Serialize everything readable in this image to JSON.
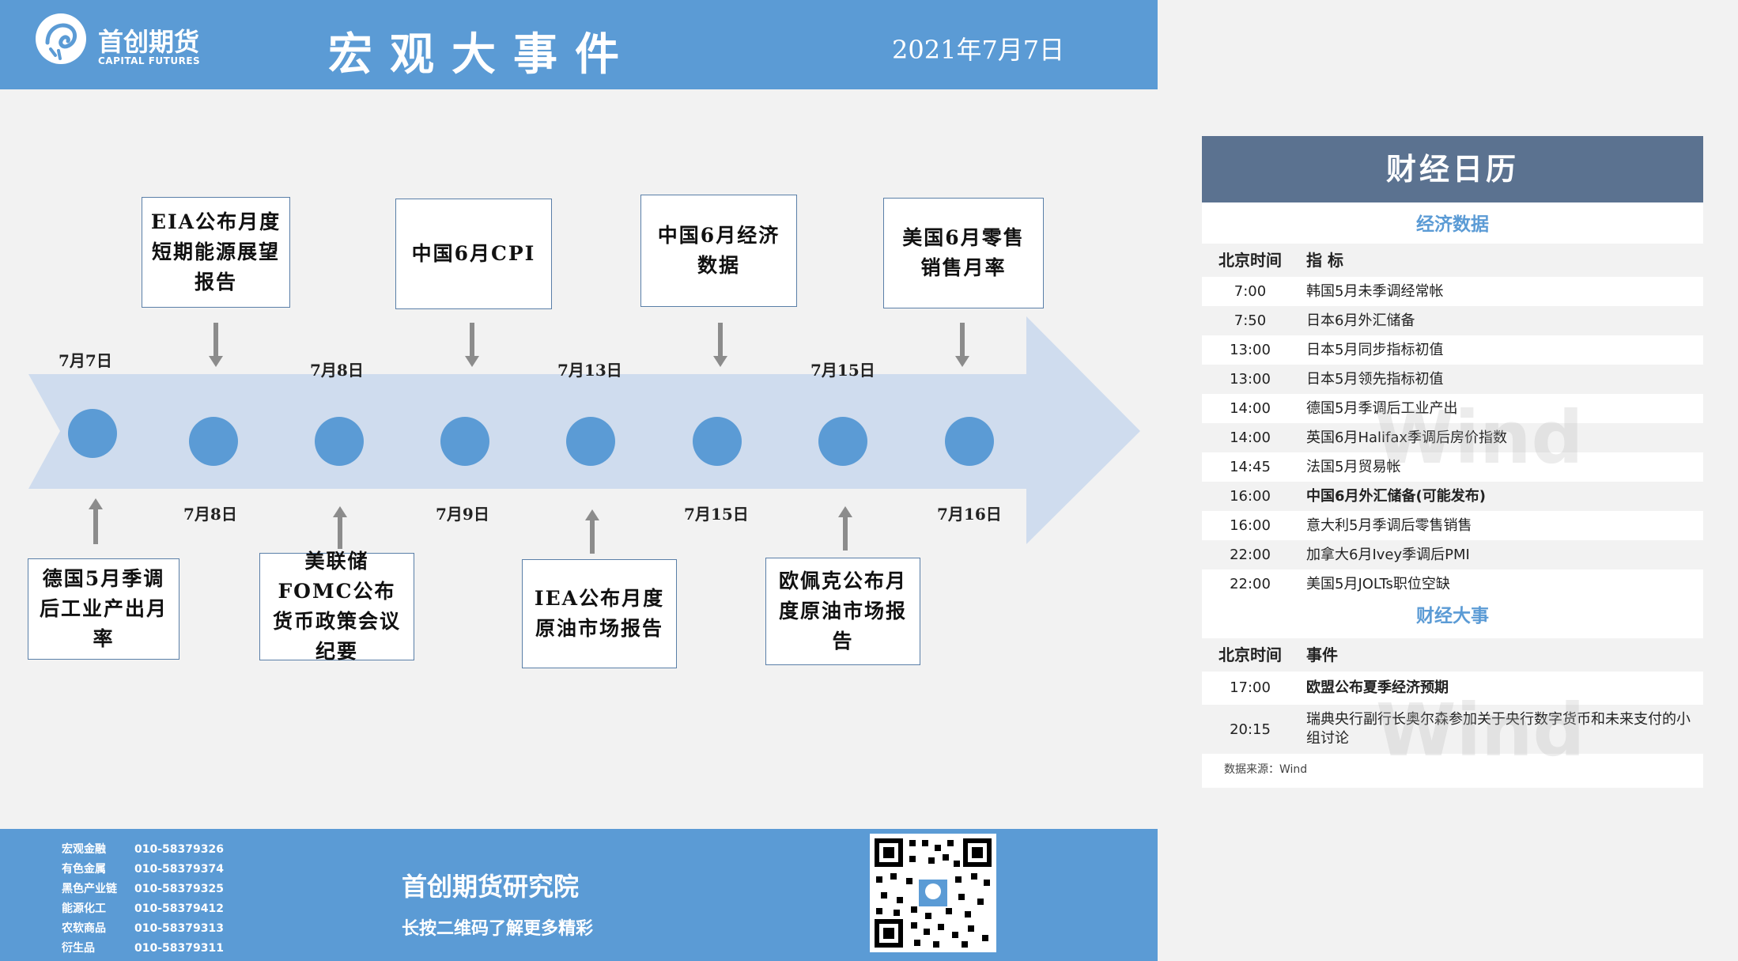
{
  "header": {
    "logo_cn": "首创期货",
    "logo_en": "CAPITAL FUTURES",
    "title": "宏观大事件",
    "date": "2021年7月7日"
  },
  "colors": {
    "accent": "#5b9bd5",
    "panel_header": "#5b7290",
    "arrow": "#cfdcee"
  },
  "timeline": {
    "top_dates": [
      "7月7日",
      "7月8日",
      "7月13日",
      "7月15日"
    ],
    "bottom_dates": [
      "7月8日",
      "7月9日",
      "7月15日",
      "7月16日"
    ],
    "top_events": [
      "EIA公布月度短期能源展望报告",
      "中国6月CPI",
      "中国6月经济数据",
      "美国6月零售销售月率"
    ],
    "bottom_events": [
      "德国5月季调后工业产出月率",
      "美联储FOMC公布货币政策会议纪要",
      "IEA公布月度原油市场报告",
      "欧佩克公布月度原油市场报告"
    ]
  },
  "footer": {
    "contacts": [
      {
        "name": "宏观金融",
        "phone": "010-58379326"
      },
      {
        "name": "有色金属",
        "phone": "010-58379374"
      },
      {
        "name": "黑色产业链",
        "phone": "010-58379325"
      },
      {
        "name": "能源化工",
        "phone": "010-58379412"
      },
      {
        "name": "农软商品",
        "phone": "010-58379313"
      },
      {
        "name": "衍生品",
        "phone": "010-58379311"
      }
    ],
    "institute": "首创期货研究院",
    "subtitle": "长按二维码了解更多精彩"
  },
  "calendar": {
    "title": "财经日历",
    "econ_section": "经济数据",
    "col_time": "北京时间",
    "col_indicator": "指  标",
    "econ_rows": [
      {
        "time": "7:00",
        "event": "韩国5月未季调经常帐"
      },
      {
        "time": "7:50",
        "event": "日本6月外汇储备"
      },
      {
        "time": "13:00",
        "event": "日本5月同步指标初值"
      },
      {
        "time": "13:00",
        "event": "日本5月领先指标初值"
      },
      {
        "time": "14:00",
        "event": "德国5月季调后工业产出"
      },
      {
        "time": "14:00",
        "event": "英国6月Halifax季调后房价指数"
      },
      {
        "time": "14:45",
        "event": "法国5月贸易帐"
      },
      {
        "time": "16:00",
        "event": "中国6月外汇储备(可能发布)"
      },
      {
        "time": "16:00",
        "event": "意大利5月季调后零售销售"
      },
      {
        "time": "22:00",
        "event": "加拿大6月Ivey季调后PMI"
      },
      {
        "time": "22:00",
        "event": "美国5月JOLTs职位空缺"
      }
    ],
    "event_section": "财经大事",
    "col_event": "事件",
    "event_rows": [
      {
        "time": "17:00",
        "event": "欧盟公布夏季经济预期"
      },
      {
        "time": "20:15",
        "event": "瑞典央行副行长奥尔森参加关于央行数字货币和未来支付的小组讨论"
      }
    ],
    "source": "数据来源：Wind"
  },
  "watermark": "Wind"
}
